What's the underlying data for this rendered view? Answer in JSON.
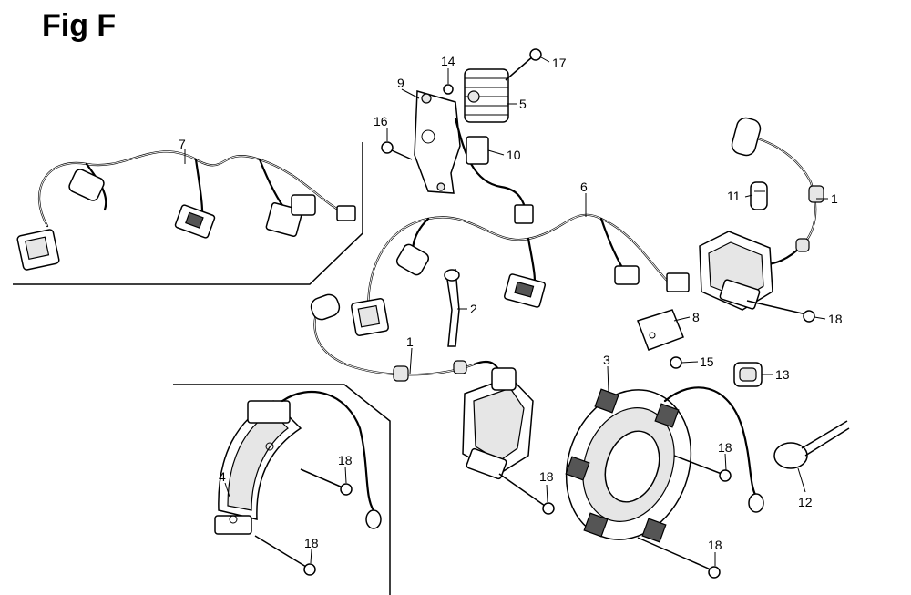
{
  "figure": {
    "title": "Fig F",
    "callouts": [
      {
        "id": "c1a",
        "label": "1"
      },
      {
        "id": "c1b",
        "label": "1"
      },
      {
        "id": "c2",
        "label": "2"
      },
      {
        "id": "c3",
        "label": "3"
      },
      {
        "id": "c4",
        "label": "4"
      },
      {
        "id": "c5",
        "label": "5"
      },
      {
        "id": "c6",
        "label": "6"
      },
      {
        "id": "c7",
        "label": "7"
      },
      {
        "id": "c8",
        "label": "8"
      },
      {
        "id": "c9",
        "label": "9"
      },
      {
        "id": "c10",
        "label": "10"
      },
      {
        "id": "c11",
        "label": "11"
      },
      {
        "id": "c12",
        "label": "12"
      },
      {
        "id": "c13",
        "label": "13"
      },
      {
        "id": "c14",
        "label": "14"
      },
      {
        "id": "c15",
        "label": "15"
      },
      {
        "id": "c16",
        "label": "16"
      },
      {
        "id": "c17",
        "label": "17"
      },
      {
        "id": "c18a",
        "label": "18"
      },
      {
        "id": "c18b",
        "label": "18"
      },
      {
        "id": "c18c",
        "label": "18"
      },
      {
        "id": "c18d",
        "label": "18"
      },
      {
        "id": "c18e",
        "label": "18"
      },
      {
        "id": "c18f",
        "label": "18"
      }
    ]
  }
}
